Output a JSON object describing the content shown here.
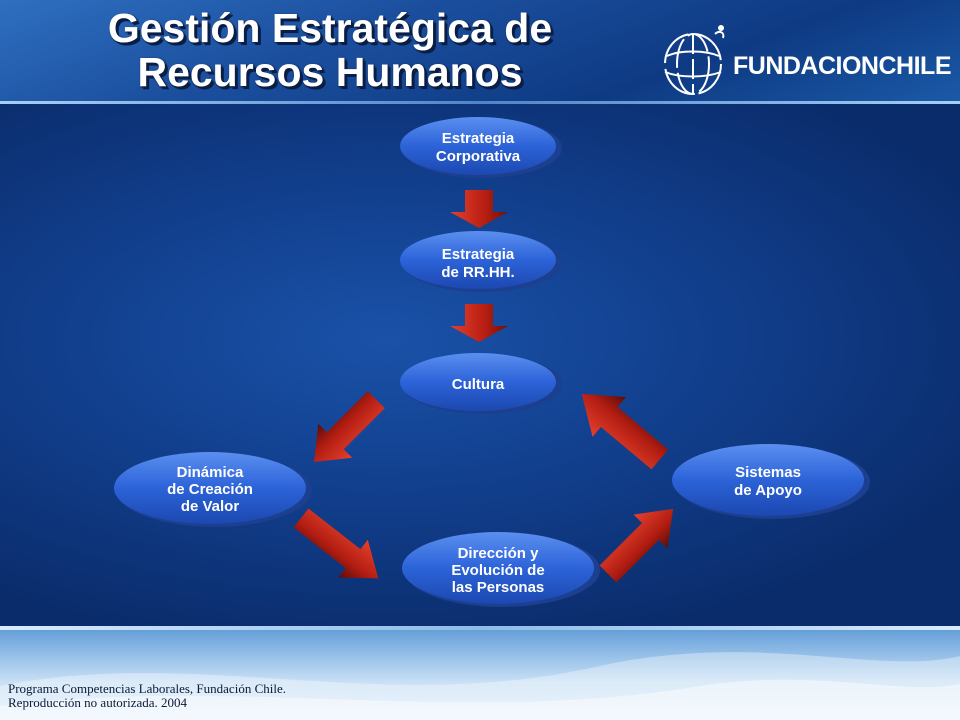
{
  "slide": {
    "title_line1": "Gestión Estratégica de",
    "title_line2": "Recursos Humanos",
    "logo_text": "FUNDACIONCHILE"
  },
  "nodes": [
    {
      "id": "estrategia-corporativa",
      "lines": [
        "Estrategia",
        "Corporativa"
      ]
    },
    {
      "id": "estrategia-rrhh",
      "lines": [
        "Estrategia",
        "de RR.HH."
      ]
    },
    {
      "id": "cultura",
      "lines": [
        "Cultura"
      ]
    },
    {
      "id": "dinamica-creacion-valor",
      "lines": [
        "Dinámica",
        "de Creación",
        "de Valor"
      ]
    },
    {
      "id": "direccion-evolucion-personas",
      "lines": [
        "Dirección y",
        "Evolución de",
        "las Personas"
      ]
    },
    {
      "id": "sistemas-apoyo",
      "lines": [
        "Sistemas",
        "de Apoyo"
      ]
    }
  ],
  "footer": {
    "line1": "Programa Competencias Laborales, Fundación Chile.",
    "line2": "Reproducción no autorizada. 2004"
  },
  "colors": {
    "node_fill": "#2a63d6",
    "node_shadow": "#1c3f8f",
    "arrow_red": "#c8281a",
    "arrow_dark": "#5a0c08"
  }
}
